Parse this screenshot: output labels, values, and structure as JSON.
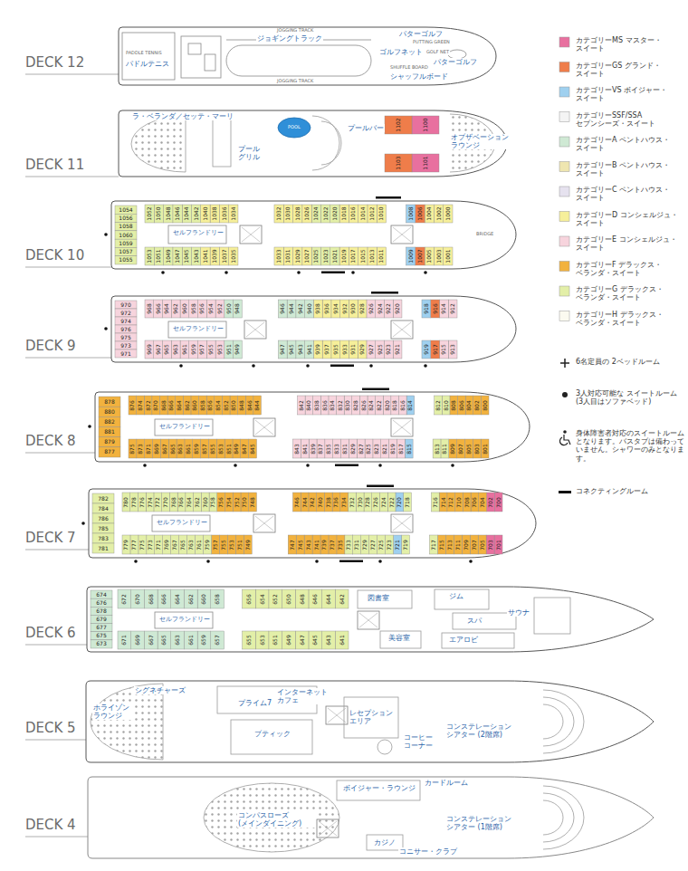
{
  "diagram": {
    "labels": [
      "DECK 12",
      "DECK 11",
      "DECK 10",
      "DECK 9",
      "DECK 8",
      "DECK 7",
      "DECK 6",
      "DECK 5",
      "DECK 4",
      "パドルテニス",
      "PADDLE TENNIS",
      "JOGGING TRACK",
      "ジョギングトラック",
      "JOGGING TRACK",
      "パターゴルフ",
      "PUTTING GREEN",
      "ゴルフネット",
      "GOLF NET",
      "パターゴルフ",
      "SHUFFLE BOARD",
      "シャッフルボード",
      "ラ・ベランダ／セッテ・マーリ",
      "プール グリル",
      "POOL",
      "プールバー",
      "オブザベーション ラウンジ",
      "セルフランドリー",
      "BRIDGE",
      "セルフランドリー",
      "セルフランドリー",
      "セルフランドリー",
      "セルフランドリー",
      "図書室",
      "ジム",
      "サウナ",
      "スパ",
      "美容室",
      "エアロビ",
      "シグネチャーズ",
      "ホライゾン ラウンジ",
      "プライム7",
      "インターネット カフェ",
      "レセプション エリア",
      "ブティック",
      "コーヒー コーナー",
      "コンステレーション シアター (2階席)",
      "ボイジャー・ラウンジ",
      "カードルーム",
      "コンパスローズ (メインダイニング)",
      "カジノ",
      "コンステレーション シアター (1階席)",
      "コニサー・クラブ",
      "1100",
      "1102",
      "1101",
      "1103",
      "1054",
      "1056",
      "1058",
      "1060",
      "1059",
      "1057",
      "1055",
      "1000",
      "1002",
      "1004",
      "1006",
      "1008",
      "1010",
      "1012",
      "1014",
      "1016",
      "1018",
      "1020",
      "1022",
      "1024",
      "1026",
      "1028",
      "1030",
      "1032",
      "1034",
      "1036",
      "1038",
      "1040",
      "1042",
      "1044",
      "1046",
      "1048",
      "1050",
      "1052",
      "1001",
      "1003",
      "1005",
      "1007",
      "1009",
      "1011",
      "1013",
      "1015",
      "1017",
      "1019",
      "1021",
      "1023",
      "1025",
      "1027",
      "1029",
      "1031",
      "1033",
      "1035",
      "1037",
      "1039",
      "1041",
      "1043",
      "1045",
      "1047",
      "1049",
      "1051",
      "1053",
      "970",
      "972",
      "974",
      "976",
      "975",
      "973",
      "971",
      "912",
      "914",
      "916",
      "918",
      "920",
      "922",
      "924",
      "926",
      "928",
      "930",
      "932",
      "934",
      "936",
      "938",
      "940",
      "942",
      "944",
      "946",
      "948",
      "950",
      "952",
      "954",
      "956",
      "958",
      "960",
      "962",
      "964",
      "966",
      "968",
      "913",
      "915",
      "917",
      "919",
      "921",
      "923",
      "925",
      "927",
      "929",
      "931",
      "933",
      "935",
      "937",
      "939",
      "941",
      "943",
      "945",
      "947",
      "949",
      "951",
      "953",
      "955",
      "957",
      "959",
      "961",
      "963",
      "965",
      "967",
      "969",
      "878",
      "880",
      "882",
      "881",
      "879",
      "877",
      "800",
      "802",
      "804",
      "806",
      "808",
      "810",
      "812",
      "814",
      "816",
      "818",
      "820",
      "822",
      "824",
      "826",
      "828",
      "830",
      "832",
      "834",
      "836",
      "838",
      "840",
      "842",
      "844",
      "846",
      "848",
      "850",
      "852",
      "854",
      "856",
      "858",
      "860",
      "862",
      "864",
      "866",
      "868",
      "870",
      "872",
      "874",
      "876",
      "801",
      "803",
      "805",
      "807",
      "809",
      "811",
      "813",
      "815",
      "817",
      "819",
      "821",
      "823",
      "825",
      "827",
      "829",
      "831",
      "833",
      "835",
      "837",
      "839",
      "841",
      "843",
      "845",
      "847",
      "849",
      "851",
      "853",
      "855",
      "857",
      "859",
      "861",
      "863",
      "865",
      "867",
      "869",
      "871",
      "873",
      "875",
      "782",
      "784",
      "786",
      "785",
      "783",
      "781",
      "700",
      "702",
      "704",
      "706",
      "708",
      "710",
      "712",
      "714",
      "716",
      "718",
      "720",
      "722",
      "724",
      "726",
      "728",
      "730",
      "732",
      "734",
      "736",
      "738",
      "740",
      "742",
      "744",
      "746",
      "748",
      "750",
      "752",
      "754",
      "756",
      "758",
      "760",
      "762",
      "764",
      "766",
      "768",
      "770",
      "772",
      "774",
      "776",
      "778",
      "780",
      "701",
      "703",
      "705",
      "707",
      "709",
      "711",
      "713",
      "715",
      "717",
      "719",
      "721",
      "723",
      "725",
      "727",
      "729",
      "731",
      "733",
      "735",
      "737",
      "739",
      "741",
      "743",
      "745",
      "747",
      "749",
      "751",
      "753",
      "755",
      "757",
      "759",
      "761",
      "763",
      "765",
      "767",
      "769",
      "771",
      "773",
      "775",
      "777",
      "779",
      "674",
      "676",
      "678",
      "679",
      "677",
      "675",
      "673",
      "642",
      "644",
      "646",
      "648",
      "650",
      "652",
      "654",
      "656",
      "658",
      "660",
      "662",
      "664",
      "666",
      "668",
      "670",
      "672",
      "641",
      "643",
      "645",
      "647",
      "649",
      "651",
      "653",
      "655",
      "657",
      "659",
      "661",
      "663",
      "665",
      "667",
      "669",
      "671"
    ],
    "legend": [
      {
        "text": "カテゴリーMS マスター・スイート",
        "color": "#e8709f"
      },
      {
        "text": "カテゴリーGS グランド・スイート",
        "color": "#ef7d4a"
      },
      {
        "text": "カテゴリーVS ボイジャー・スイート",
        "color": "#9fd0ef"
      },
      {
        "text": "カテゴリーSSF/SSA セブンシーズ・スイート",
        "color": "#f4f4f4"
      },
      {
        "text": "カテゴリーA ペントハウス・スイート",
        "color": "#cfe9d4"
      },
      {
        "text": "カテゴリーB ペントハウス・スイート",
        "color": "#efe6b0"
      },
      {
        "text": "カテゴリーC ペントハウス・スイート",
        "color": "#e6e2ef"
      },
      {
        "text": "カテゴリーD コンシェルジュ・スイート",
        "color": "#f6ef9a"
      },
      {
        "text": "カテゴリーE コンシェルジュ・スイート",
        "color": "#f7d4dd"
      },
      {
        "text": "カテゴリーF デラックス・ベランダ・スイート",
        "color": "#f2b23e"
      },
      {
        "text": "カテゴリーG デラックス・ベランダ・スイート",
        "color": "#e3efa8"
      },
      {
        "text": "カテゴリーH デラックス・ベランダ・スイート",
        "color": "#fbfaf0"
      },
      {
        "text": "6名定員の 2ベッドルーム"
      },
      {
        "text": "3人対応可能な スイートルーム (3人目はソファベッド)"
      },
      {
        "text": "身体障害者対応のスイートルームとなります。バスタブは備わっていません。シャワーのみとなります。"
      },
      {
        "text": "コネクティングルーム"
      }
    ]
  }
}
